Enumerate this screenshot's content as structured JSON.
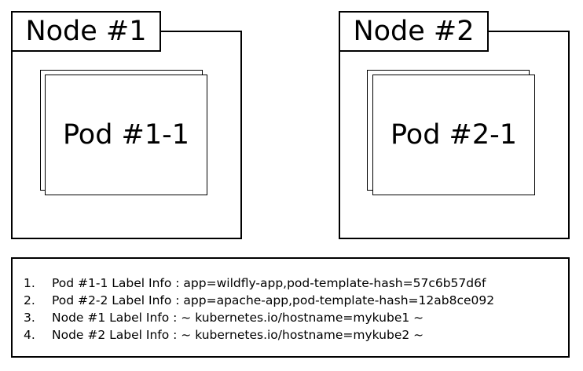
{
  "nodes": [
    {
      "title": "Node #1",
      "pod": "Pod #1-1"
    },
    {
      "title": "Node #2",
      "pod": "Pod #2-1"
    }
  ],
  "info": [
    {
      "num": "1.",
      "text": "Pod #1-1 Label Info : app=wildfly-app,pod-template-hash=57c6b57d6f"
    },
    {
      "num": "2.",
      "text": "Pod #2-2 Label Info : app=apache-app,pod-template-hash=12ab8ce092"
    },
    {
      "num": "3.",
      "text": "Node #1 Label Info : ~ kubernetes.io/hostname=mykube1 ~"
    },
    {
      "num": "4.",
      "text": "Node #2 Label Info : ~ kubernetes.io/hostname=mykube2 ~"
    }
  ]
}
